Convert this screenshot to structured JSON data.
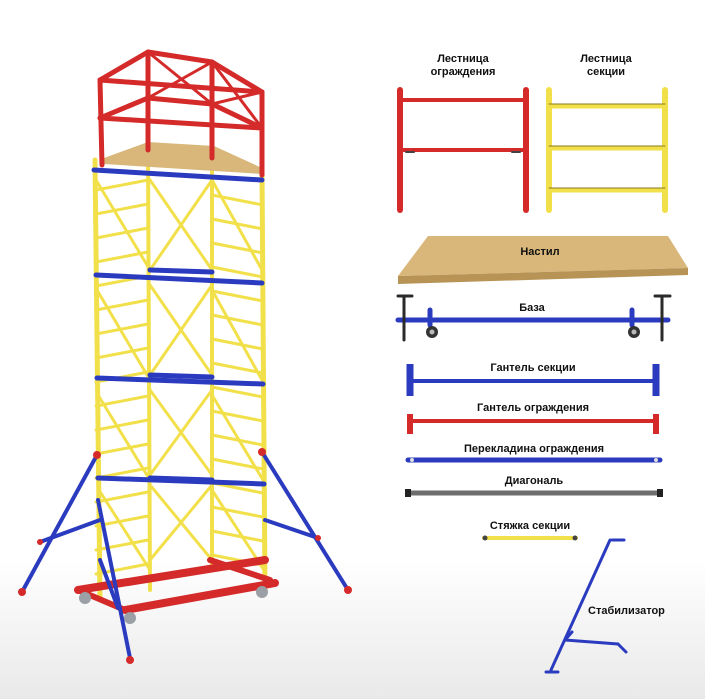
{
  "colors": {
    "red": "#d42a2a",
    "yellow": "#f2e04a",
    "blue": "#2b3bbf",
    "gray": "#6e6e6e",
    "plank": "#d9b77a",
    "plank_edge": "#b79456"
  },
  "parts": {
    "guard_ladder": {
      "label": "Лестница\nограждения",
      "icon": "red-guard-ladder"
    },
    "section_ladder": {
      "label": "Лестница\nсекции",
      "icon": "yellow-section-ladder"
    },
    "deck": {
      "label": "Настил",
      "icon": "wooden-deck"
    },
    "base": {
      "label": "База",
      "icon": "base-with-wheels"
    },
    "section_dumbbell": {
      "label": "Гантель секции",
      "icon": "blue-section-dumbbell"
    },
    "guard_dumbbell": {
      "label": "Гантель ограждения",
      "icon": "red-guard-dumbbell"
    },
    "guard_crossbar": {
      "label": "Перекладина ограждения",
      "icon": "blue-guard-crossbar"
    },
    "diagonal": {
      "label": "Диагональ",
      "icon": "gray-diagonal-bar"
    },
    "section_tie": {
      "label": "Стяжка секции",
      "icon": "yellow-section-tie"
    },
    "stabilizer": {
      "label": "Стабилизатор",
      "icon": "stabilizer-outrigger"
    }
  }
}
